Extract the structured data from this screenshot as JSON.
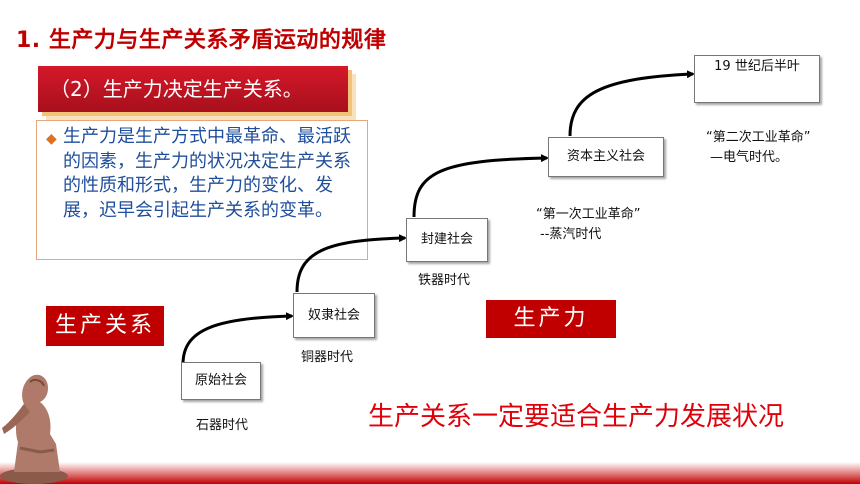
{
  "title": "1. 生产力与生产关系矛盾运动的规律",
  "subtitle": "（2）生产力决定生产关系。",
  "paragraph": "生产力是生产方式中最革命、最活跃的因素，生产力的状况决定生产关系的性质和形式，生产力的变化、发展，迟早会引起生产关系的变革。",
  "bullet_icon": "diamond-bullet-icon",
  "labels": {
    "relations": "生产关系",
    "forces": "生产力"
  },
  "stages": [
    {
      "name": "原始社会",
      "era": "石器时代"
    },
    {
      "name": "奴隶社会",
      "era": "铜器时代"
    },
    {
      "name": "封建社会",
      "era": "铁器时代"
    },
    {
      "name": "资本主义社会",
      "era": ""
    },
    {
      "name": "19 世纪后半叶",
      "era": ""
    }
  ],
  "revolutions": [
    {
      "name": "“第一次工业革命”",
      "era": "--蒸汽时代"
    },
    {
      "name": "“第二次工业革命”",
      "era": "—电气时代。"
    }
  ],
  "conclusion": "生产关系一定要适合生产力发展状况",
  "colors": {
    "accent_red": "#c00000",
    "text_blue": "#1f4e9c",
    "bullet_orange": "#e0701e",
    "conclusion_red": "#e0000a"
  }
}
